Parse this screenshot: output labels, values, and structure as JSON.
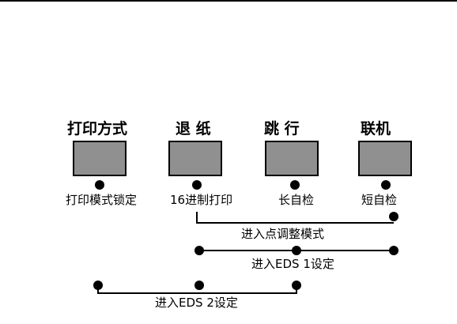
{
  "buttons": [
    {
      "title": "打印方式",
      "function": "打印模式锁定"
    },
    {
      "title": "退 纸",
      "function": "16进制打印"
    },
    {
      "title": "跳 行",
      "function": "长自检"
    },
    {
      "title": "联机",
      "function": "短自检"
    }
  ],
  "combos": [
    {
      "label": "进入点调整模式"
    },
    {
      "label": "进入EDS 1设定"
    },
    {
      "label": "进入EDS 2设定"
    }
  ],
  "colors": {
    "line": "#000000",
    "panel_fill": "#bdbdbd"
  }
}
